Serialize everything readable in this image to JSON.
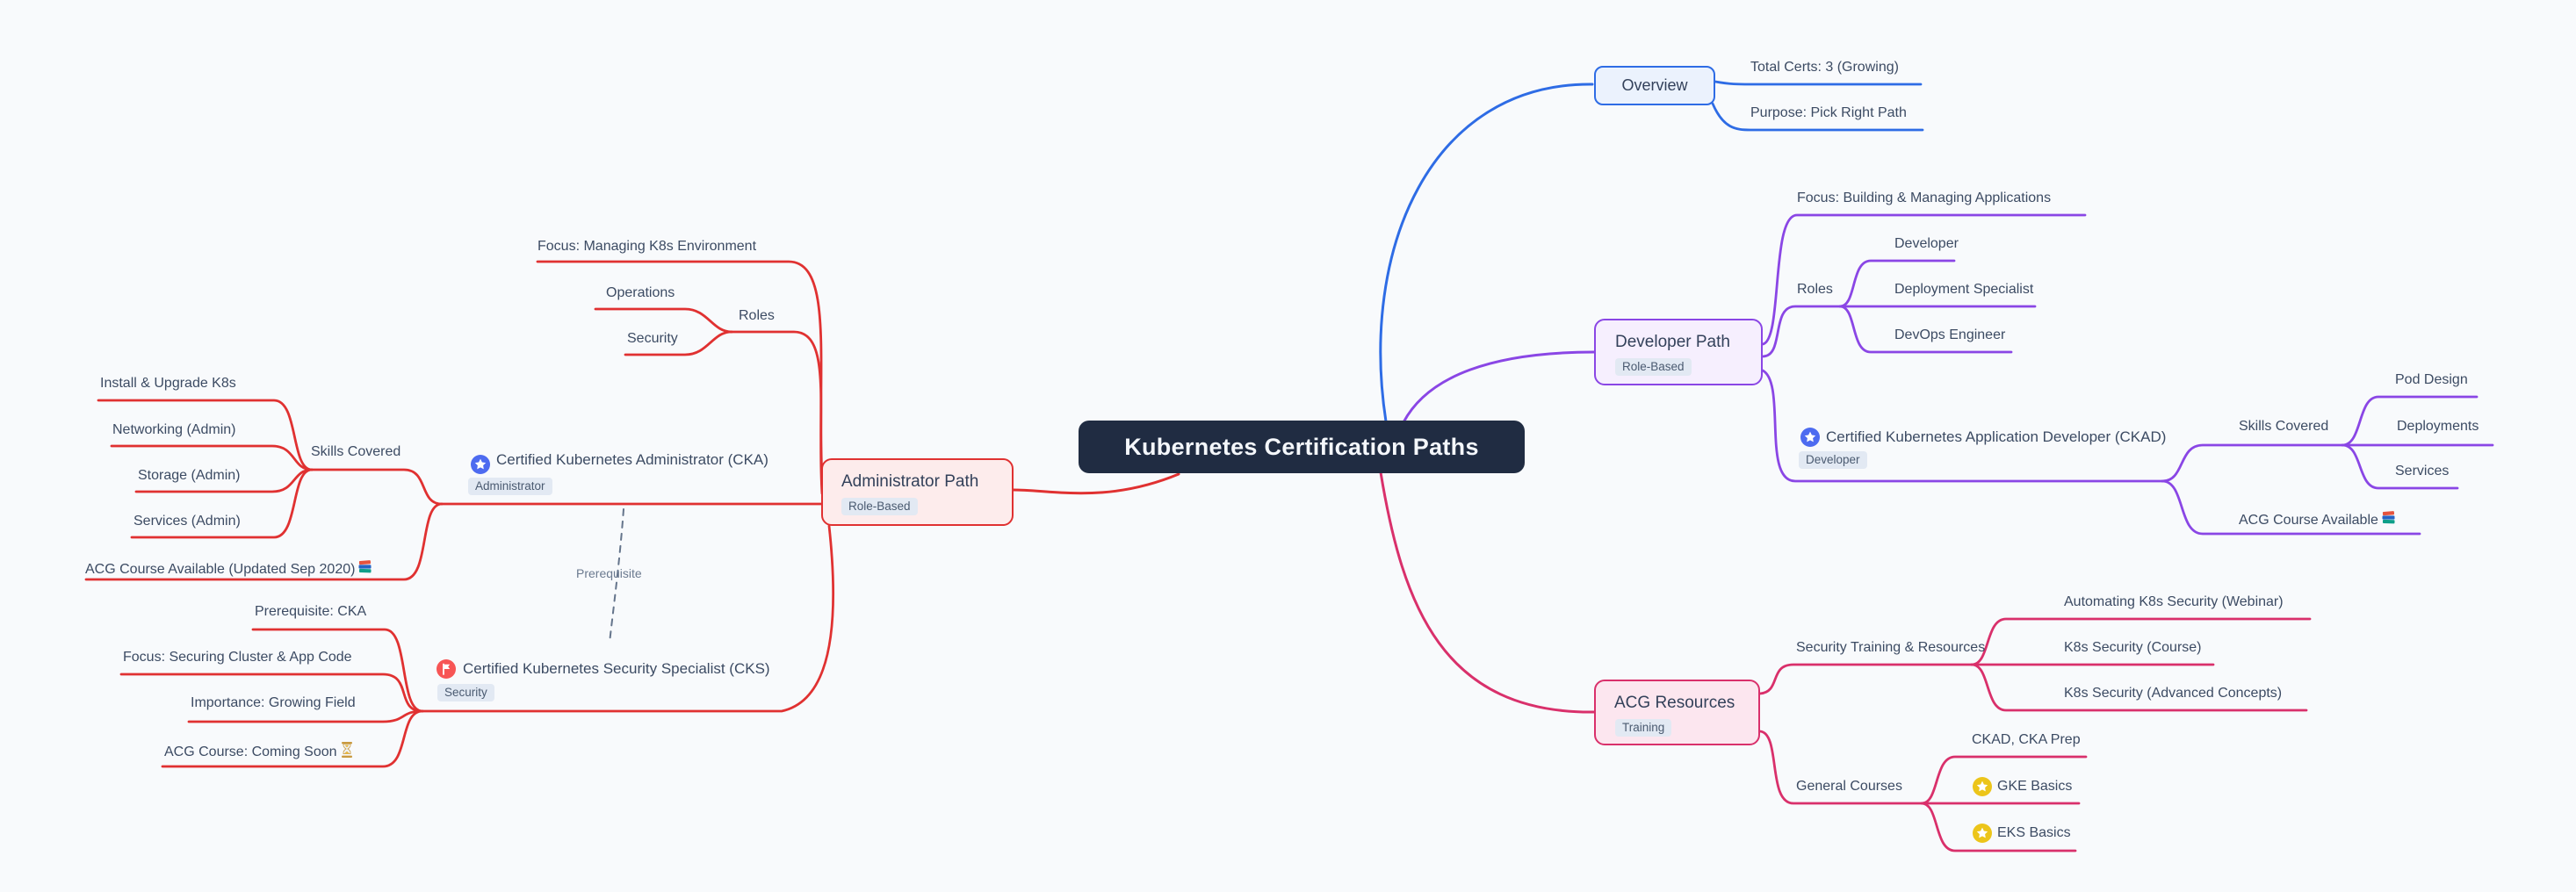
{
  "root": {
    "label": "Kubernetes Certification Paths"
  },
  "colors": {
    "background": "#f8fafc",
    "text": "#3c4b63",
    "branch_blue": "#2e6ce5",
    "branch_purple": "#8a46e5",
    "branch_red": "#e03131",
    "branch_pink": "#d9306b",
    "root_bg": "#202c42",
    "overview_fill": "#ebf2fd",
    "developer_fill": "#f6effe",
    "administrator_fill": "#fdecec",
    "acg_fill": "#fce6ef",
    "tag_bg": "#e2e9f3",
    "badge_blue": "#4d6bf0",
    "badge_red": "#f75555",
    "badge_yellow": "#ecc51a",
    "prerequisite_edge": "#64748b"
  },
  "icons": {
    "cka_badge": "blue-star-badge",
    "ckad_badge": "blue-star-badge",
    "cks_badge": "red-flag-badge",
    "gke_badge": "yellow-star-badge",
    "eks_badge": "yellow-star-badge",
    "acg_available": "books",
    "acg_coming_soon": "hourglass"
  },
  "overview": {
    "label": "Overview",
    "total_certs": "Total Certs: 3 (Growing)",
    "purpose": "Purpose: Pick Right Path"
  },
  "developer_path": {
    "label": "Developer Path",
    "tag": "Role-Based",
    "focus": "Focus: Building & Managing Applications",
    "roles_label": "Roles",
    "roles": {
      "developer": "Developer",
      "deployment_specialist": "Deployment Specialist",
      "devops_engineer": "DevOps Engineer"
    },
    "ckad": {
      "label": "Certified Kubernetes Application Developer (CKAD)",
      "tag": "Developer",
      "skills_label": "Skills Covered",
      "skills": {
        "pod_design": "Pod Design",
        "deployments": "Deployments",
        "services": "Services"
      },
      "acg_course": "ACG Course Available"
    }
  },
  "acg_resources": {
    "label": "ACG Resources",
    "tag": "Training",
    "security_label": "Security Training & Resources",
    "security": {
      "webinar": "Automating K8s Security (Webinar)",
      "course": "K8s Security (Course)",
      "advanced": "K8s Security (Advanced Concepts)"
    },
    "general_label": "General Courses",
    "general": {
      "prep": "CKAD, CKA Prep",
      "gke": "GKE Basics",
      "eks": "EKS Basics"
    }
  },
  "administrator_path": {
    "label": "Administrator Path",
    "tag": "Role-Based",
    "focus": "Focus: Managing K8s Environment",
    "roles_label": "Roles",
    "roles": {
      "operations": "Operations",
      "security": "Security"
    },
    "cka": {
      "label": "Certified Kubernetes Administrator (CKA)",
      "tag": "Administrator",
      "skills_label": "Skills Covered",
      "skills": {
        "install": "Install & Upgrade K8s",
        "networking": "Networking (Admin)",
        "storage": "Storage (Admin)",
        "services": "Services (Admin)"
      },
      "acg_course": "ACG Course Available (Updated Sep 2020)"
    },
    "cks": {
      "label": "Certified Kubernetes Security Specialist (CKS)",
      "tag": "Security",
      "prerequisite": "Prerequisite: CKA",
      "focus": "Focus: Securing Cluster & App Code",
      "importance": "Importance: Growing Field",
      "acg_course": "ACG Course: Coming Soon"
    },
    "prerequisite_edge_label": "Prerequisite"
  }
}
